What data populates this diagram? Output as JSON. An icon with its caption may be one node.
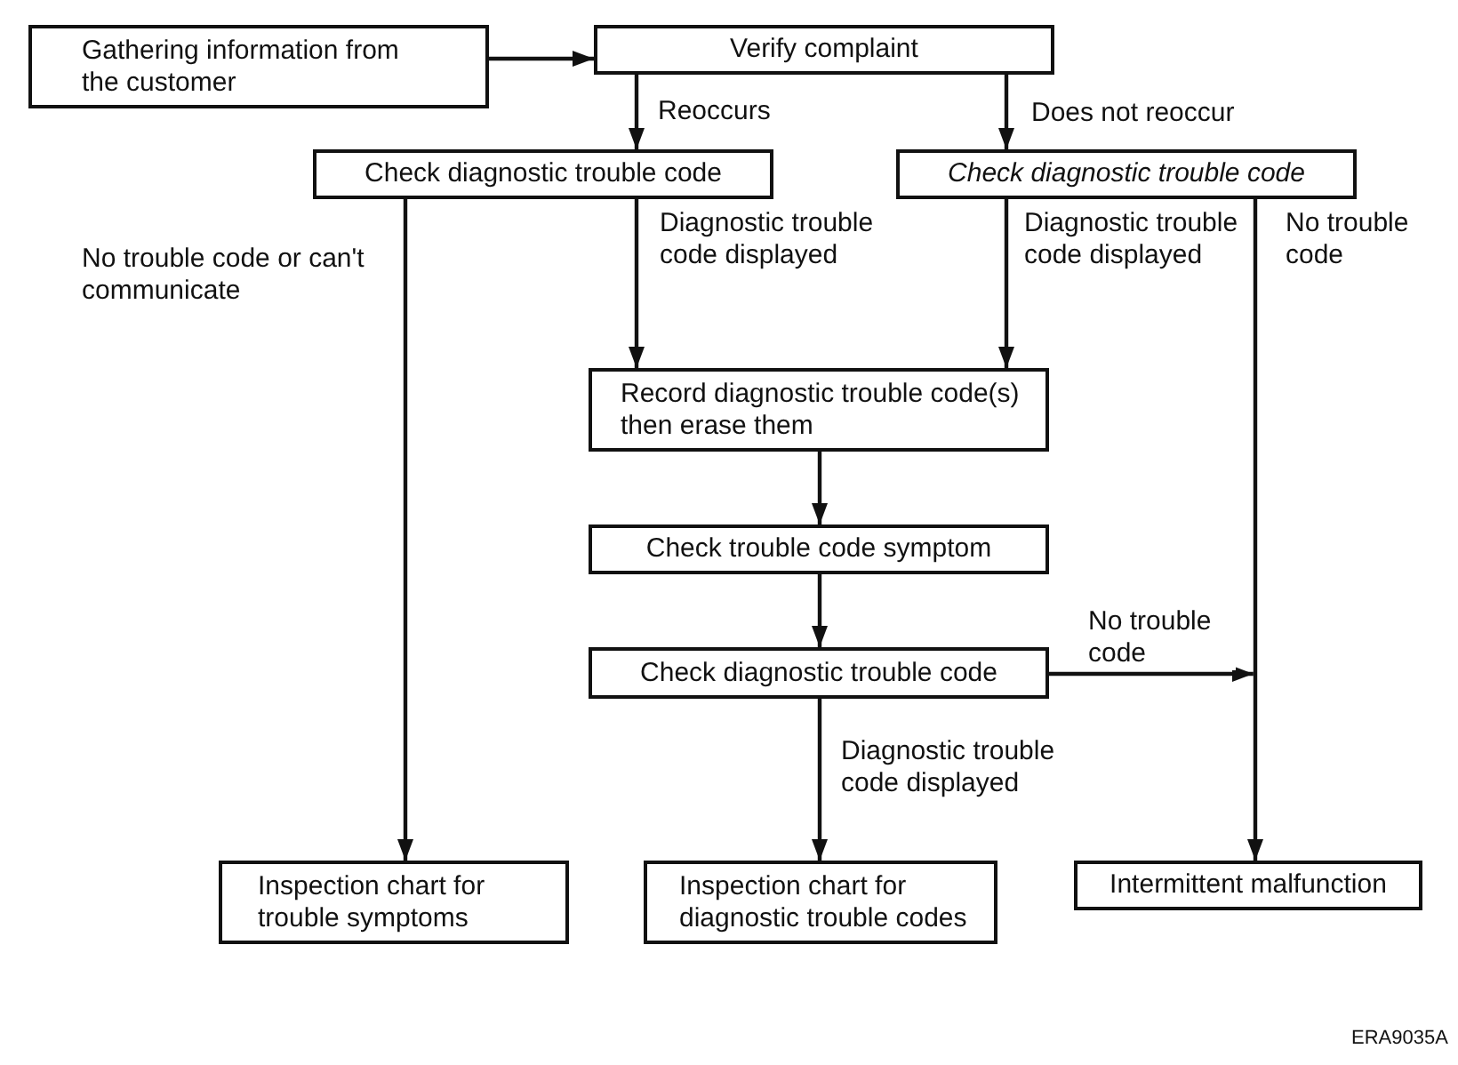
{
  "diagram": {
    "nodes": [
      {
        "text": [
          "Gathering information from the customer"
        ]
      },
      {
        "text": [
          "Verify complaint"
        ]
      },
      {
        "text": [
          "Check diagnostic trouble code"
        ]
      },
      {
        "text": [
          "Check diagnostic trouble code"
        ]
      },
      {
        "text": [
          "Record diagnostic trouble code(s) then erase them"
        ]
      },
      {
        "text": [
          "Check trouble code symptom"
        ]
      },
      {
        "text": [
          "Check diagnostic trouble code"
        ]
      },
      {
        "text": [
          "Inspection chart for trouble symptoms"
        ]
      },
      {
        "text": [
          "Inspection chart for diagnostic trouble codes"
        ]
      },
      {
        "text": [
          "Intermittent malfunction"
        ]
      }
    ],
    "edges": [
      {
        "from": 0,
        "to": 1,
        "arrow": "to"
      },
      {
        "from": 1,
        "to": 2,
        "label": "Reoccurs",
        "arrow": "to"
      },
      {
        "from": 1,
        "to": 3,
        "label": "Does not reoccur",
        "arrow": "to"
      },
      {
        "from": 2,
        "to": 7,
        "label": "No trouble code or can't communicate",
        "arrow": "to"
      },
      {
        "from": 2,
        "to": 4,
        "label": "Diagnostic trouble code displayed",
        "arrow": "to"
      },
      {
        "from": 3,
        "to": 4,
        "label": "Diagnostic trouble code displayed",
        "arrow": "to"
      },
      {
        "from": 3,
        "to": 9,
        "label": "No trouble code",
        "arrow": "to"
      },
      {
        "from": 4,
        "to": 5,
        "arrow": "to"
      },
      {
        "from": 5,
        "to": 6,
        "arrow": "to"
      },
      {
        "from": 6,
        "to": 8,
        "label": "Diagnostic trouble code displayed",
        "arrow": "to"
      },
      {
        "from": 6,
        "to": 9,
        "label": "No trouble code",
        "arrow": "to"
      }
    ],
    "labels": [
      "ERA9035A"
    ]
  }
}
